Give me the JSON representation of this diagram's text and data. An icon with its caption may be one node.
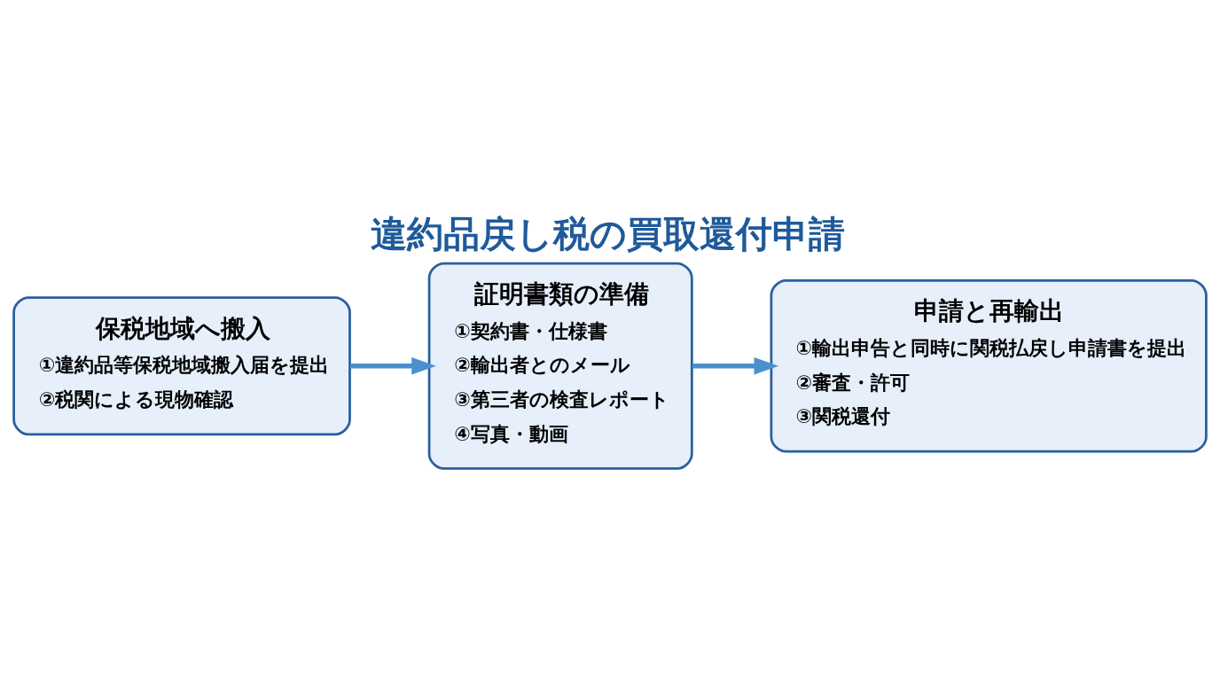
{
  "diagram": {
    "title": "違約品戻し税の買取還付申請",
    "nodes": [
      {
        "text": [
          "保税地域へ搬入",
          "①違約品等保税地域搬入届を提出",
          "②税関による現物確認"
        ]
      },
      {
        "text": [
          "証明書類の準備",
          "①契約書・仕様書",
          "②輸出者とのメール",
          "③第三者の検査レポート",
          "④写真・動画"
        ]
      },
      {
        "text": [
          "申請と再輸出",
          "①輸出申告と同時に関税払戻し申請書を提出",
          "②審査・許可",
          "③関税還付"
        ]
      }
    ],
    "edges": [
      {
        "from": 0,
        "to": 1,
        "arrow": "to"
      },
      {
        "from": 1,
        "to": 2,
        "arrow": "to"
      }
    ]
  }
}
